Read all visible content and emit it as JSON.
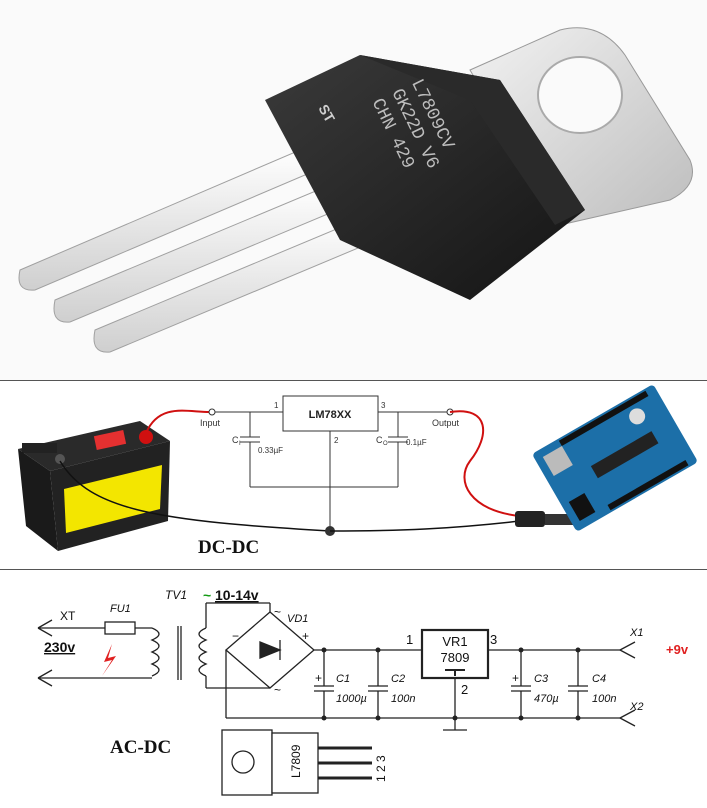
{
  "chip": {
    "marking": [
      "L7809CV",
      "GK22D V6",
      "CHN 429"
    ],
    "brand": "ST"
  },
  "dc_dc": {
    "title": "DC-DC",
    "regulator": "LM78XX",
    "pin_input": "1",
    "pin_output": "3",
    "pin_ground": "2",
    "input_label": "Input",
    "output_label": "Output",
    "ci_label": "C",
    "ci_sub": "I",
    "ci_value": "0.33µF",
    "co_label": "C",
    "co_sub": "O",
    "co_value": "0.1µF"
  },
  "ac_dc": {
    "title": "AC-DC",
    "xt": "XT",
    "fuse": "FU1",
    "mains": "230v",
    "transformer": "TV1",
    "secondary_tilde": "~",
    "secondary_voltage": "10-14v",
    "bridge": "VD1",
    "bridge_minus": "−",
    "bridge_plus": "+",
    "bridge_ac": "~",
    "c1": "C1",
    "c1_value": "1000µ",
    "c1_plus": "+",
    "c2": "C2",
    "c2_value": "100n",
    "reg_name": "VR1",
    "reg_part": "7809",
    "pin1": "1",
    "pin2": "2",
    "pin3": "3",
    "c3": "C3",
    "c3_value": "470µ",
    "c3_plus": "+",
    "c4": "C4",
    "c4_value": "100n",
    "x1": "X1",
    "x2": "X2",
    "out_voltage": "+9v",
    "package_label": "L7809",
    "package_pins": "1 2 3"
  },
  "colors": {
    "wire_red": "#d01010",
    "battery_yellow": "#f3e600",
    "board_blue": "#1c6fa8",
    "out_red": "#e02020"
  }
}
